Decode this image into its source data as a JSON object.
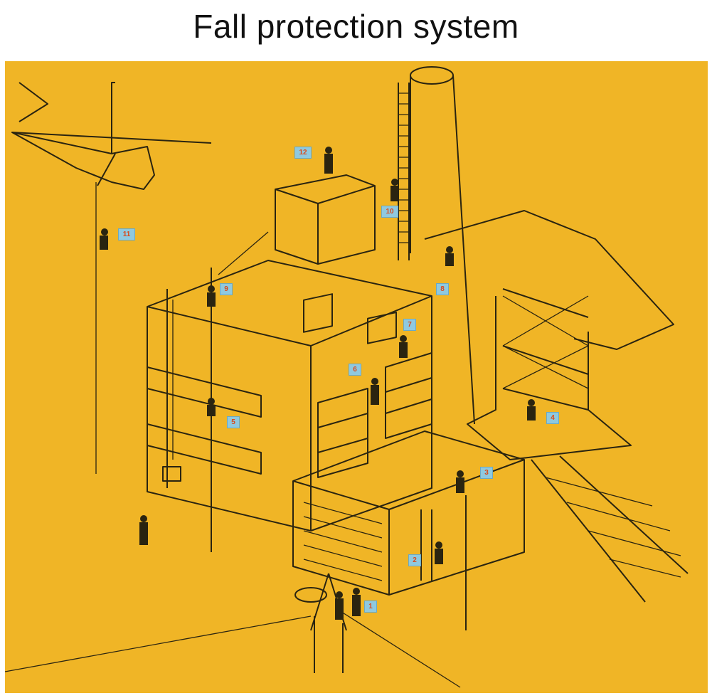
{
  "title": "Fall protection system",
  "colors": {
    "background": "#f0b526",
    "line": "#2a2410",
    "marker_bg": "#8fc9df",
    "marker_text": "#d94a1a"
  },
  "markers": [
    "1",
    "2",
    "3",
    "4",
    "5",
    "6",
    "7",
    "8",
    "9",
    "10",
    "11",
    "12"
  ]
}
